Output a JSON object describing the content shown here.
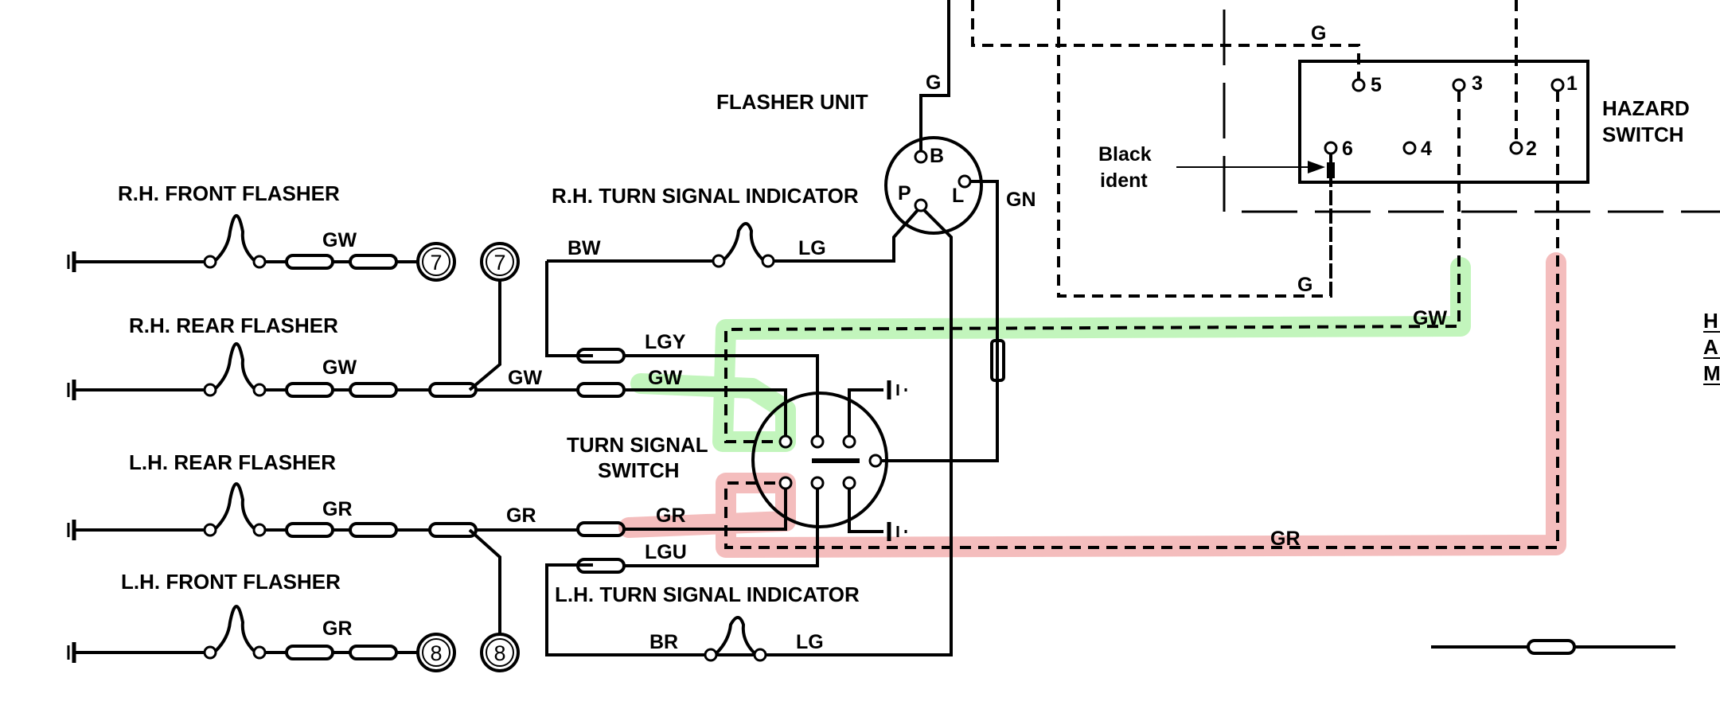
{
  "labels": {
    "flasher_unit": "FLASHER UNIT",
    "rh_front_flasher": "R.H. FRONT FLASHER",
    "rh_rear_flasher": "R.H. REAR FLASHER",
    "lh_rear_flasher": "L.H. REAR FLASHER",
    "lh_front_flasher": "L.H. FRONT FLASHER",
    "rh_turn_indicator": "R.H. TURN SIGNAL INDICATOR",
    "lh_turn_indicator": "L.H. TURN SIGNAL INDICATOR",
    "turn_switch_line1": "TURN SIGNAL",
    "turn_switch_line2": "SWITCH",
    "hazard_switch_line1": "HAZARD",
    "hazard_switch_line2": "SWITCH",
    "black_ident_line1": "Black",
    "black_ident_line2": "ident",
    "edge_letter_1": "H",
    "edge_letter_2": "A",
    "edge_letter_3": "M"
  },
  "flasher_terminals": {
    "b": "B",
    "p": "P",
    "l": "L"
  },
  "hazard_terminals": {
    "t1": "1",
    "t2": "2",
    "t3": "3",
    "t4": "4",
    "t5": "5",
    "t6": "6"
  },
  "wire_colors": {
    "g": "G",
    "gn": "GN",
    "gw": "GW",
    "gr": "GR",
    "bw": "BW",
    "br": "BR",
    "lg": "LG",
    "lgy": "LGY",
    "lgu": "LGU"
  },
  "circuit_numbers": {
    "seven": "7",
    "eight": "8"
  },
  "highlight_colors": {
    "gw_path": "#aef2a5",
    "gr_path": "#f0a7a7"
  }
}
